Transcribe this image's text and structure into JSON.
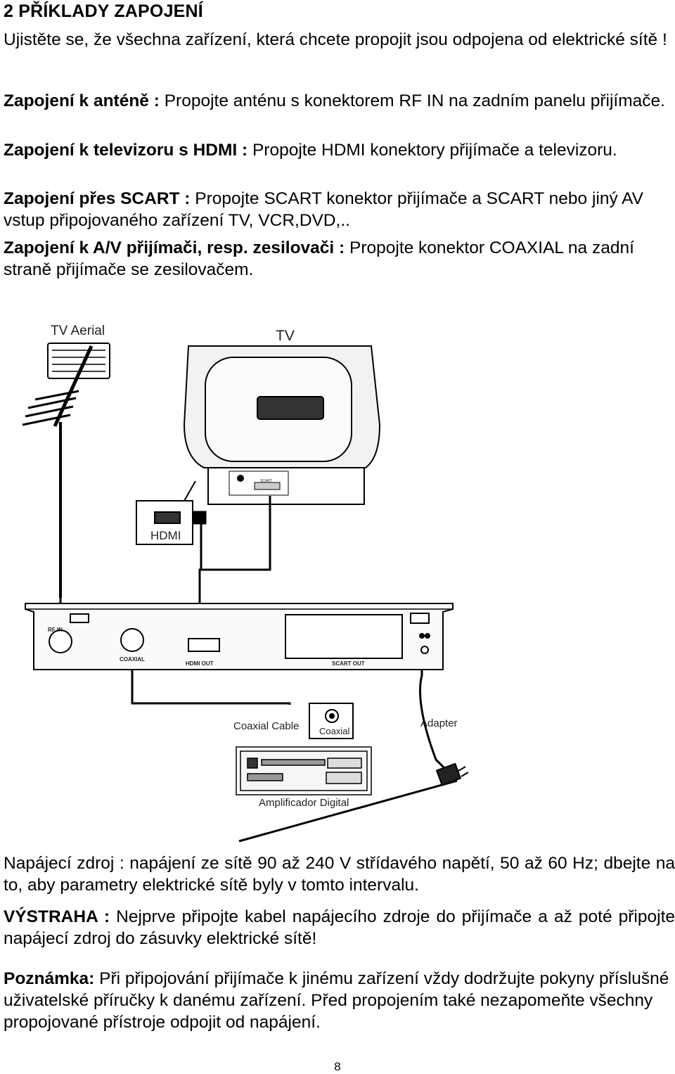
{
  "heading": "2 PŘÍKLADY ZAPOJENÍ",
  "intro": "Ujistěte se, že všechna zařízení, která chcete propojit jsou odpojena od elektrické sítě !",
  "connections": [
    {
      "label": "Zapojení k anténě :",
      "text": " Propojte anténu s konektorem RF IN na zadním panelu přijímače."
    },
    {
      "label": "Zapojení k televizoru s HDMI :",
      "text": " Propojte HDMI konektory přijímače a televizoru."
    },
    {
      "label": "Zapojení přes SCART :",
      "text": "  Propojte SCART konektor přijímače a SCART nebo jiný AV vstup připojovaného zařízení  TV, VCR,DVD,.."
    },
    {
      "label": "Zapojení k A/V přijímači, resp. zesilovači :",
      "text": "  Propojte konektor COAXIAL na zadní straně přijímače se zesilovačem."
    }
  ],
  "diagram": {
    "tv_aerial": "TV Aerial",
    "tv": "TV",
    "tv_scart": "SCART",
    "hdmi_box": "HDMI",
    "rf_in": "RF IN",
    "coaxial_port": "COAXIAL",
    "hdmi_out": "HDMI OUT",
    "scart_out": "SCART OUT",
    "coaxial_cable": "Coaxial Cable",
    "coaxial_box": "Coaxial",
    "adapter": "Adapter",
    "amplifier": "Amplificador Digital"
  },
  "power": "Napájecí zdroj : napájení ze sítě 90 až 240 V střídavého napětí, 50 až 60 Hz; dbejte na to, aby parametry elektrické sítě byly v tomto intervalu.",
  "warning": {
    "label": "VÝSTRAHA :",
    "text": " Nejprve připojte kabel napájecího zdroje do přijímače a až poté připojte napájecí zdroj do zásuvky elektrické sítě!"
  },
  "note": {
    "label": "Poznámka:",
    "text": " Při připojování přijímače k jinému zařízení vždy dodržujte pokyny příslušné uživatelské příručky k danému zařízení. Před propojením také nezapomeňte všechny propojované přístroje odpojit od napájení."
  },
  "page_number": "8"
}
